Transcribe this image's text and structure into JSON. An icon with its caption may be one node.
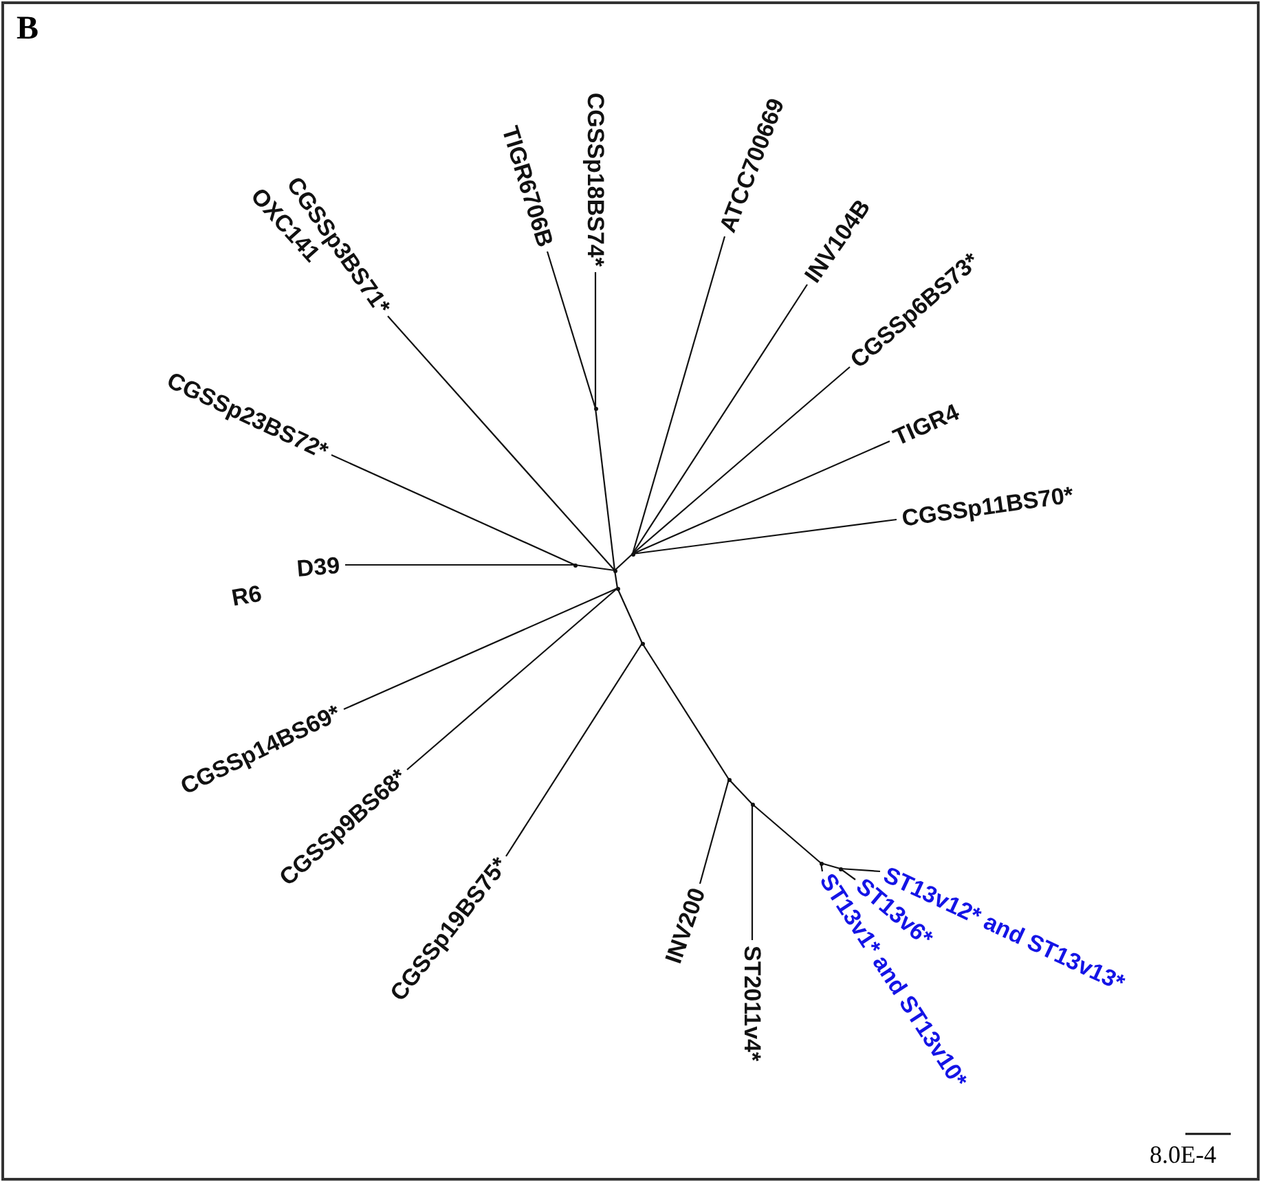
{
  "diagram": {
    "title": "B",
    "nodes": [
      {
        "text": [
          "CGSSp3BS71*"
        ],
        "beside": [
          "OXC141"
        ]
      },
      {
        "text": [
          "TIGR6706B"
        ]
      },
      {
        "text": [
          "CGSSp18BS74*"
        ]
      },
      {
        "text": [
          "ATCC700669"
        ]
      },
      {
        "text": [
          "INV104B"
        ]
      },
      {
        "text": [
          "CGSSp6BS73*"
        ]
      },
      {
        "text": [
          "TIGR4"
        ]
      },
      {
        "text": [
          "CGSSp23BS72*"
        ]
      },
      {
        "text": [
          "CGSSp11BS70*"
        ]
      },
      {
        "text": [
          "D39"
        ],
        "beside": [
          "R6"
        ]
      },
      {
        "text": [
          "CGSSp14BS69*"
        ]
      },
      {
        "text": [
          "CGSSp9BS68*"
        ]
      },
      {
        "text": [
          "CGSSp19BS75*"
        ]
      },
      {
        "text": [
          "INV200"
        ]
      },
      {
        "text": [
          "ST2011v4*"
        ]
      },
      {
        "text": [
          "ST13v6*"
        ]
      },
      {
        "text": [
          "ST13v12* and ST13v13*"
        ]
      },
      {
        "text": [
          "ST13v1* and ST13v10*"
        ]
      },
      {
        "text": [],
        "shape": "point"
      },
      {
        "text": [],
        "shape": "point"
      },
      {
        "text": [],
        "shape": "point"
      },
      {
        "text": [],
        "shape": "point"
      },
      {
        "text": [],
        "shape": "point"
      },
      {
        "text": [],
        "shape": "point"
      },
      {
        "text": [],
        "shape": "point"
      },
      {
        "text": [],
        "shape": "point"
      },
      {
        "text": [],
        "shape": "point"
      },
      {
        "text": [],
        "shape": "point"
      }
    ],
    "edges": [
      {
        "from": 18,
        "to": 19,
        "arrow": "none"
      },
      {
        "from": 19,
        "to": 3,
        "arrow": "none"
      },
      {
        "from": 19,
        "to": 4,
        "arrow": "none"
      },
      {
        "from": 19,
        "to": 5,
        "arrow": "none"
      },
      {
        "from": 19,
        "to": 6,
        "arrow": "none"
      },
      {
        "from": 19,
        "to": 8,
        "arrow": "none"
      },
      {
        "from": 18,
        "to": 20,
        "arrow": "none"
      },
      {
        "from": 20,
        "to": 1,
        "arrow": "none"
      },
      {
        "from": 20,
        "to": 2,
        "arrow": "none"
      },
      {
        "from": 18,
        "to": 0,
        "arrow": "none"
      },
      {
        "from": 18,
        "to": 21,
        "arrow": "none"
      },
      {
        "from": 21,
        "to": 9,
        "arrow": "none"
      },
      {
        "from": 21,
        "to": 7,
        "arrow": "none"
      },
      {
        "from": 18,
        "to": 22,
        "arrow": "none"
      },
      {
        "from": 22,
        "to": 10,
        "arrow": "none"
      },
      {
        "from": 22,
        "to": 11,
        "arrow": "none"
      },
      {
        "from": 22,
        "to": 23,
        "arrow": "none"
      },
      {
        "from": 23,
        "to": 12,
        "arrow": "none"
      },
      {
        "from": 23,
        "to": 24,
        "arrow": "none"
      },
      {
        "from": 24,
        "to": 13,
        "arrow": "none"
      },
      {
        "from": 24,
        "to": 25,
        "arrow": "none"
      },
      {
        "from": 25,
        "to": 14,
        "arrow": "none"
      },
      {
        "from": 25,
        "to": 26,
        "arrow": "none"
      },
      {
        "from": 26,
        "to": 17,
        "arrow": "none"
      },
      {
        "from": 26,
        "to": 27,
        "arrow": "none"
      },
      {
        "from": 27,
        "to": 15,
        "arrow": "none"
      },
      {
        "from": 27,
        "to": 16,
        "arrow": "none"
      }
    ],
    "labels": [
      "8.0E-4"
    ]
  }
}
